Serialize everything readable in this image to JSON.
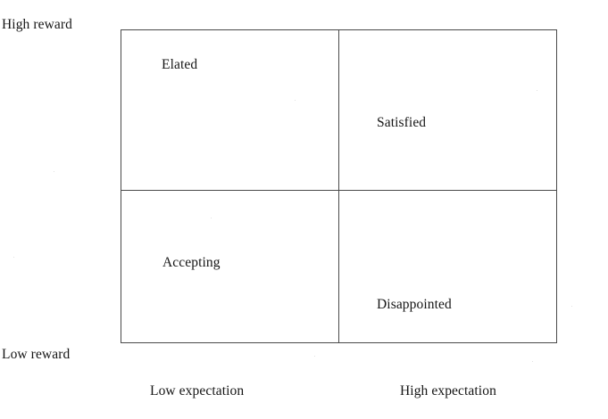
{
  "diagram": {
    "type": "2x2-matrix",
    "title": "",
    "axes": {
      "y": {
        "name": "reward",
        "high_label": "High reward",
        "low_label": "Low reward"
      },
      "x": {
        "name": "expectation",
        "low_label": "Low expectation",
        "high_label": "High expectation"
      }
    },
    "quadrants": [
      {
        "id": "elated",
        "label": "Elated",
        "row": "high-reward",
        "column": "low-expectation"
      },
      {
        "id": "satisfied",
        "label": "Satisfied",
        "row": "high-reward",
        "column": "high-expectation"
      },
      {
        "id": "accepting",
        "label": "Accepting",
        "row": "low-reward",
        "column": "low-expectation"
      },
      {
        "id": "disappointed",
        "label": "Disappointed",
        "row": "low-reward",
        "column": "high-expectation"
      }
    ],
    "colors": {
      "background": "#ffffff",
      "border": "#4a4a4a",
      "text": "#151515"
    }
  }
}
